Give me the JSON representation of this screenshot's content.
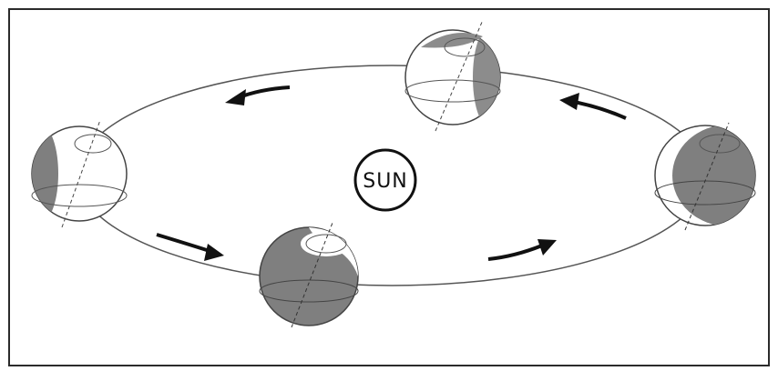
{
  "sun": {
    "label": "SUN"
  },
  "colors": {
    "frame": "#2b2b2b",
    "orbit": "#555555",
    "planet_fill": "#ffffff",
    "shadow": "#7f7f7f",
    "grid_line": "#555555",
    "arrow": "#111111"
  },
  "diagram": {
    "planets": [
      {
        "name": "planet-top",
        "shadow_side": "right"
      },
      {
        "name": "planet-left",
        "shadow_side": "left"
      },
      {
        "name": "planet-bottom",
        "shadow_side": "mostly-dark"
      },
      {
        "name": "planet-right",
        "shadow_side": "mostly-dark"
      }
    ],
    "arrows": [
      "top-left",
      "top-right",
      "bottom-left",
      "bottom-right"
    ]
  }
}
